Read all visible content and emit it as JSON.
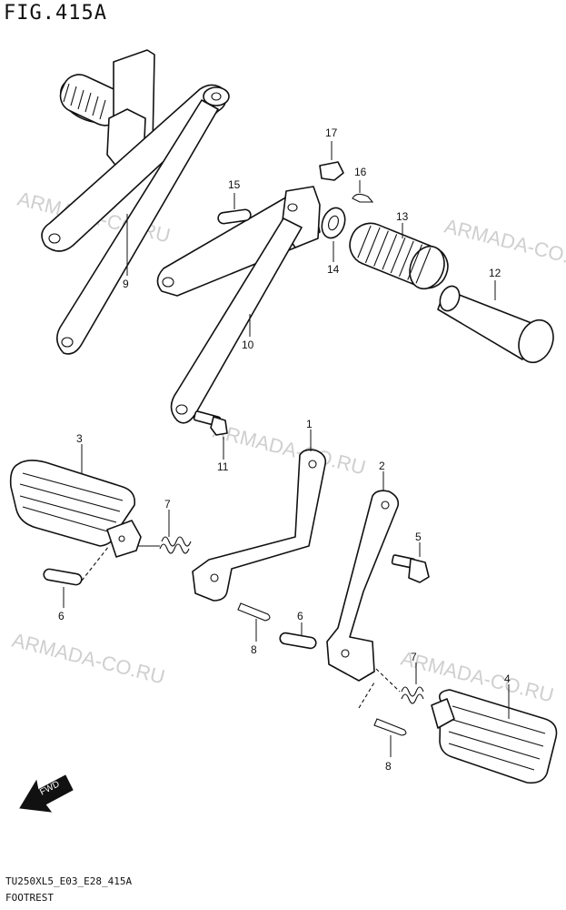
{
  "figure": {
    "title": "FIG.415A",
    "code": "TU250XL5_E03_E28_415A",
    "name": "FOOTREST"
  },
  "watermarks": [
    "ARMADA-CO.RU",
    "ARMADA-CO.RU",
    "ARMADA-CO.RU",
    "ARMADA-CO.RU",
    "ARMADA-CO.RU"
  ],
  "callouts": [
    "1",
    "2",
    "3",
    "4",
    "5",
    "6",
    "6",
    "7",
    "7",
    "8",
    "8",
    "9",
    "10",
    "11",
    "12",
    "13",
    "14",
    "15",
    "16",
    "17"
  ],
  "direction_arrow": {
    "label": "FWD",
    "icon": "fwd-arrow-icon"
  },
  "colors": {
    "line": "#111111",
    "watermark": "#cfcfcf",
    "background": "#ffffff"
  }
}
